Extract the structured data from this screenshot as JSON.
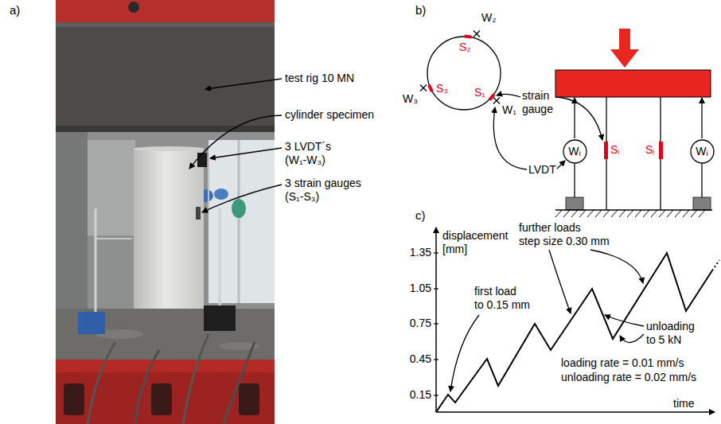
{
  "diagram": {
    "nodes": [
      {
        "text": [
          "Wᵢ"
        ]
      },
      {
        "text": [
          "Wᵢ"
        ]
      }
    ],
    "labels": [
      "a)",
      "test rig 10 MN",
      "cylinder specimen",
      "3 LVDT´s (W₁-W₃)",
      "3 strain gauges (S₁-S₃)",
      "b)",
      "W₂",
      "S₂",
      "W₃",
      "S₃",
      "S₁",
      "W₁",
      "strain gauge",
      "LVDT",
      "Sᵢ",
      "Sᵢ",
      "c)",
      "displacement [mm]",
      "1.35",
      "1.05",
      "0.75",
      "0.45",
      "0.15",
      "further loads step size 0.30 mm",
      "first load to 0.15 mm",
      "unloading to 5 kN",
      "loading rate = 0.01 mm/s",
      "unloading rate = 0.02 mm/s",
      "time"
    ]
  }
}
